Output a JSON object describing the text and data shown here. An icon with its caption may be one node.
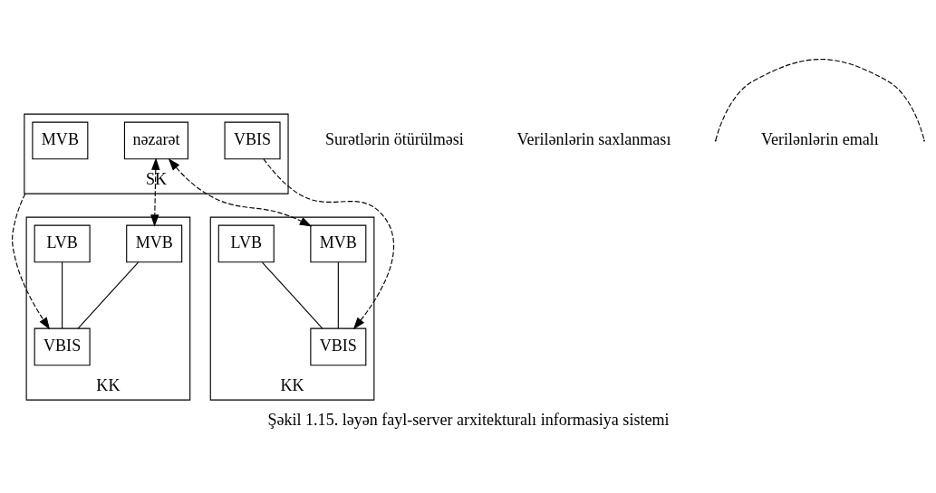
{
  "diagram": {
    "caption": "Şəkil 1.15. ləyən fayl-server arxitekturalı informasiya sistemi",
    "nodes": [
      {
        "text": [
          "SK"
        ]
      },
      {
        "text": [
          "MVB"
        ],
        "in": 0
      },
      {
        "text": [
          "nəzarət"
        ],
        "in": 0
      },
      {
        "text": [
          "VBIS"
        ],
        "in": 0
      },
      {
        "text": [
          "KK"
        ]
      },
      {
        "text": [
          "MVB"
        ],
        "in": 4
      },
      {
        "text": [
          "LVB"
        ],
        "in": 4
      },
      {
        "text": [
          "VBIS"
        ],
        "in": 4
      },
      {
        "text": [
          "KK"
        ]
      },
      {
        "text": [
          "MVB"
        ],
        "in": 8
      },
      {
        "text": [
          "LVB"
        ],
        "in": 8
      },
      {
        "text": [
          "VBIS"
        ],
        "in": 8
      }
    ],
    "edges": [
      {
        "from": 2,
        "to": 5,
        "arrow": "both",
        "style": "dashed"
      },
      {
        "from": 0,
        "to": 7,
        "arrow": "to",
        "style": "dashed"
      },
      {
        "from": 2,
        "to": 9,
        "arrow": "both",
        "style": "dashed"
      },
      {
        "from": 3,
        "to": 11,
        "arrow": "to",
        "style": "dashed"
      },
      {
        "from": 5,
        "to": 7,
        "arrow": "none"
      },
      {
        "from": 6,
        "to": 7,
        "arrow": "none"
      },
      {
        "from": 9,
        "to": 11,
        "arrow": "none"
      },
      {
        "from": 10,
        "to": 11,
        "arrow": "none"
      }
    ],
    "labels": [
      "Surətlərin ötürülməsi",
      "Verilənlərin saxlanması"
    ],
    "legend": [
      {
        "text": "Verilənlərin emalı"
      }
    ]
  }
}
